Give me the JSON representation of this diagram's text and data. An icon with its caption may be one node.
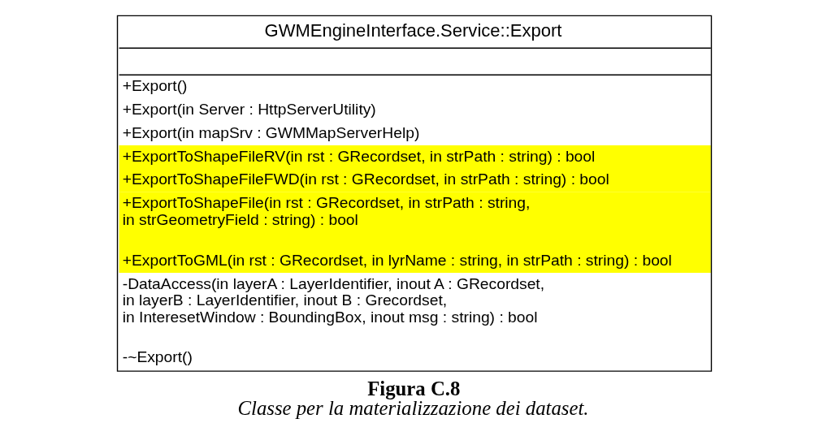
{
  "diagram": {
    "title": "Figura C.8",
    "caption": "Classe per la materializzazione dei dataset.",
    "nodes": [
      {
        "text": [
          "GWMEngineInterface.Service::Export",
          "+Export()",
          "+Export(in Server : HttpServerUtility)",
          "+Export(in mapSrv : GWMMapServerHelp)",
          "+ExportToShapeFileRV(in rst : GRecordset, in strPath : string) : bool",
          "+ExportToShapeFileFWD(in rst : GRecordset, in strPath : string) : bool",
          "+ExportToShapeFile(in rst : GRecordset, in strPath : string, in strGeometryField : string) : bool",
          "+ExportToGML(in rst : GRecordset, in lyrName : string, in strPath : string) : bool",
          "-DataAccess(in layerA : LayerIdentifier, inout A : GRecordset, in layerB : LayerIdentifier, inout B : Grecordset, in InteresetWindow : BoundingBox, inout msg : string) : bool",
          "-~Export()"
        ]
      }
    ],
    "edges": []
  }
}
